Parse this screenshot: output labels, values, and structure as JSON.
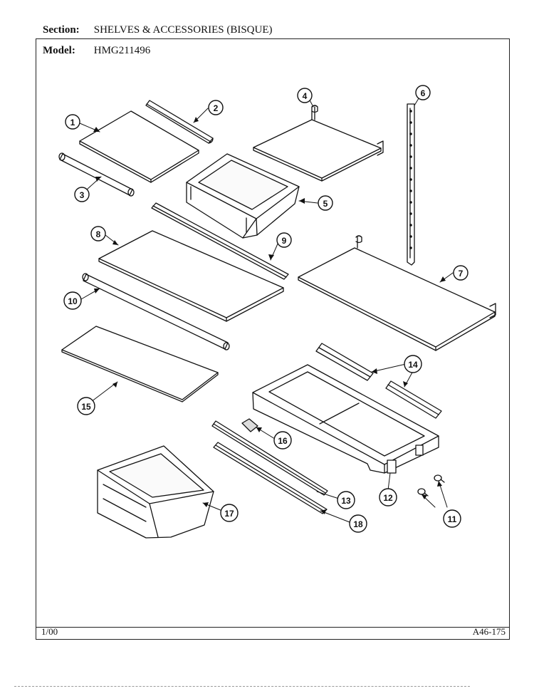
{
  "header": {
    "section_label": "Section:",
    "section_value": "SHELVES & ACCESSORIES (BISQUE)",
    "model_label": "Model:",
    "model_value": "HMG211496"
  },
  "footer": {
    "date": "1/00",
    "code": "A46-175"
  },
  "callouts": [
    "1",
    "2",
    "3",
    "4",
    "5",
    "6",
    "7",
    "8",
    "9",
    "10",
    "11",
    "12",
    "13",
    "14",
    "15",
    "16",
    "17",
    "18"
  ]
}
